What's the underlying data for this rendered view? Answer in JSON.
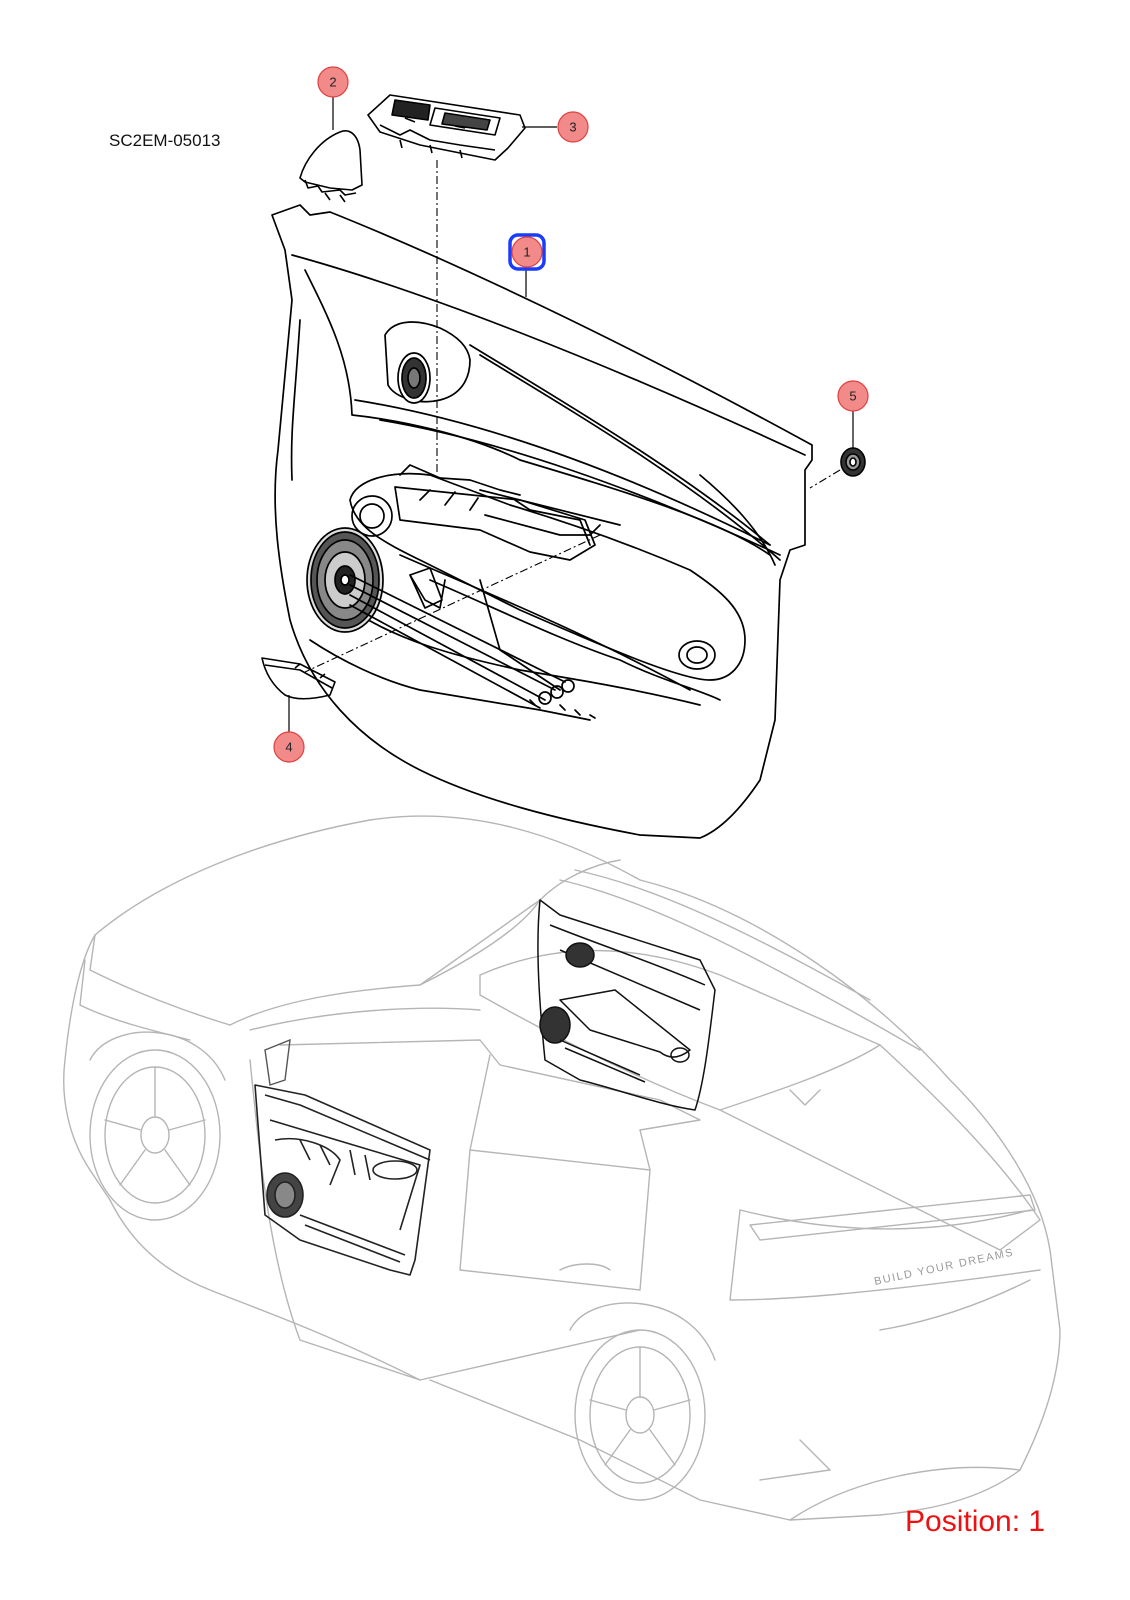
{
  "drawing": {
    "code": "SC2EM-05013"
  },
  "status": {
    "position_text": "Position: 1"
  },
  "callouts": [
    {
      "number": "1",
      "selected": true
    },
    {
      "number": "2",
      "selected": false
    },
    {
      "number": "3",
      "selected": false
    },
    {
      "number": "4",
      "selected": false
    },
    {
      "number": "5",
      "selected": false
    }
  ],
  "vehicle": {
    "rear_lettering": "BUILD YOUR DREAMS"
  },
  "colors": {
    "callout_fill": "#f28a8a",
    "callout_stroke": "#e04040",
    "selected_outline": "#1a3cff",
    "position_text": "#ee1111",
    "vehicle_outline": "#b5b5b5"
  }
}
